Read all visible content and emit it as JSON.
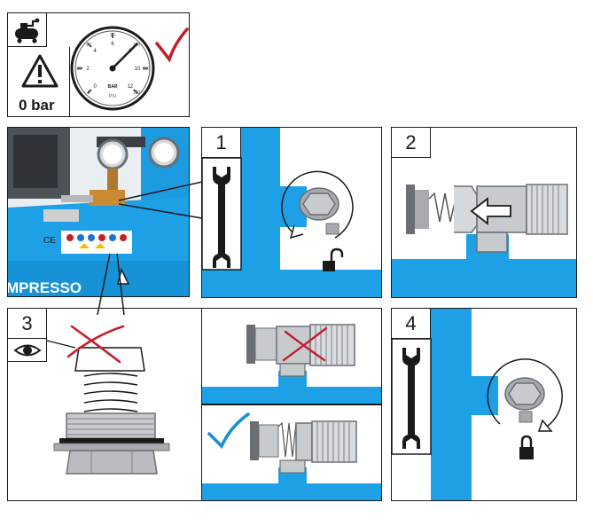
{
  "gauge": {
    "pressure_label": "0 bar",
    "bar_scale": [
      "0",
      "2",
      "4",
      "6",
      "8",
      "10",
      "12"
    ],
    "psi_scale": [
      "0",
      "30",
      "60",
      "90",
      "120",
      "150",
      "180"
    ],
    "unit_bar": "BAR",
    "unit_psi": "PSI"
  },
  "steps": {
    "step1": "1",
    "step2": "2",
    "step3": "3",
    "step4": "4"
  },
  "photo": {
    "brand_text": "MPRESSO"
  },
  "colors": {
    "water_blue": "#1ea0e6",
    "check_blue": "#1e8fd6",
    "cross_red": "#c21f2e",
    "metal_grey": "#a7abb0"
  }
}
